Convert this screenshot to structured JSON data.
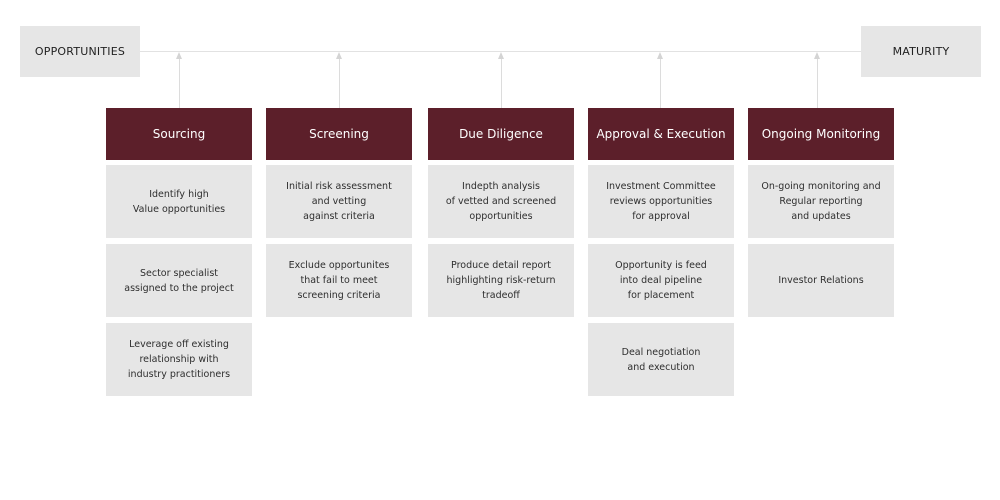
{
  "endpoints": {
    "start_label": "OPPORTUNITIES",
    "end_label": "MATURITY"
  },
  "stages": [
    {
      "title": "Sourcing",
      "items": [
        "Identify high\nValue opportunities",
        "Sector specialist\nassigned to the project",
        "Leverage off existing\nrelationship with\nindustry practitioners"
      ]
    },
    {
      "title": "Screening",
      "items": [
        "Initial risk assessment\nand vetting\nagainst criteria",
        "Exclude opportunites\nthat fail to meet\nscreening criteria"
      ]
    },
    {
      "title": "Due Diligence",
      "items": [
        "Indepth analysis\nof vetted and screened\nopportunities",
        "Produce detail report\nhighlighting risk-return\ntradeoff"
      ]
    },
    {
      "title": "Approval & Execution",
      "items": [
        "Investment Committee\nreviews opportunities\nfor approval",
        "Opportunity is feed\ninto deal pipeline\nfor placement",
        "Deal negotiation\nand execution"
      ]
    },
    {
      "title": "Ongoing Monitoring",
      "items": [
        "On-going monitoring and\nRegular reporting\nand updates",
        "Investor Relations"
      ]
    }
  ],
  "colors": {
    "header_bg": "#5c1f2a",
    "box_bg": "#e6e6e6",
    "line": "#e2e2e2"
  }
}
